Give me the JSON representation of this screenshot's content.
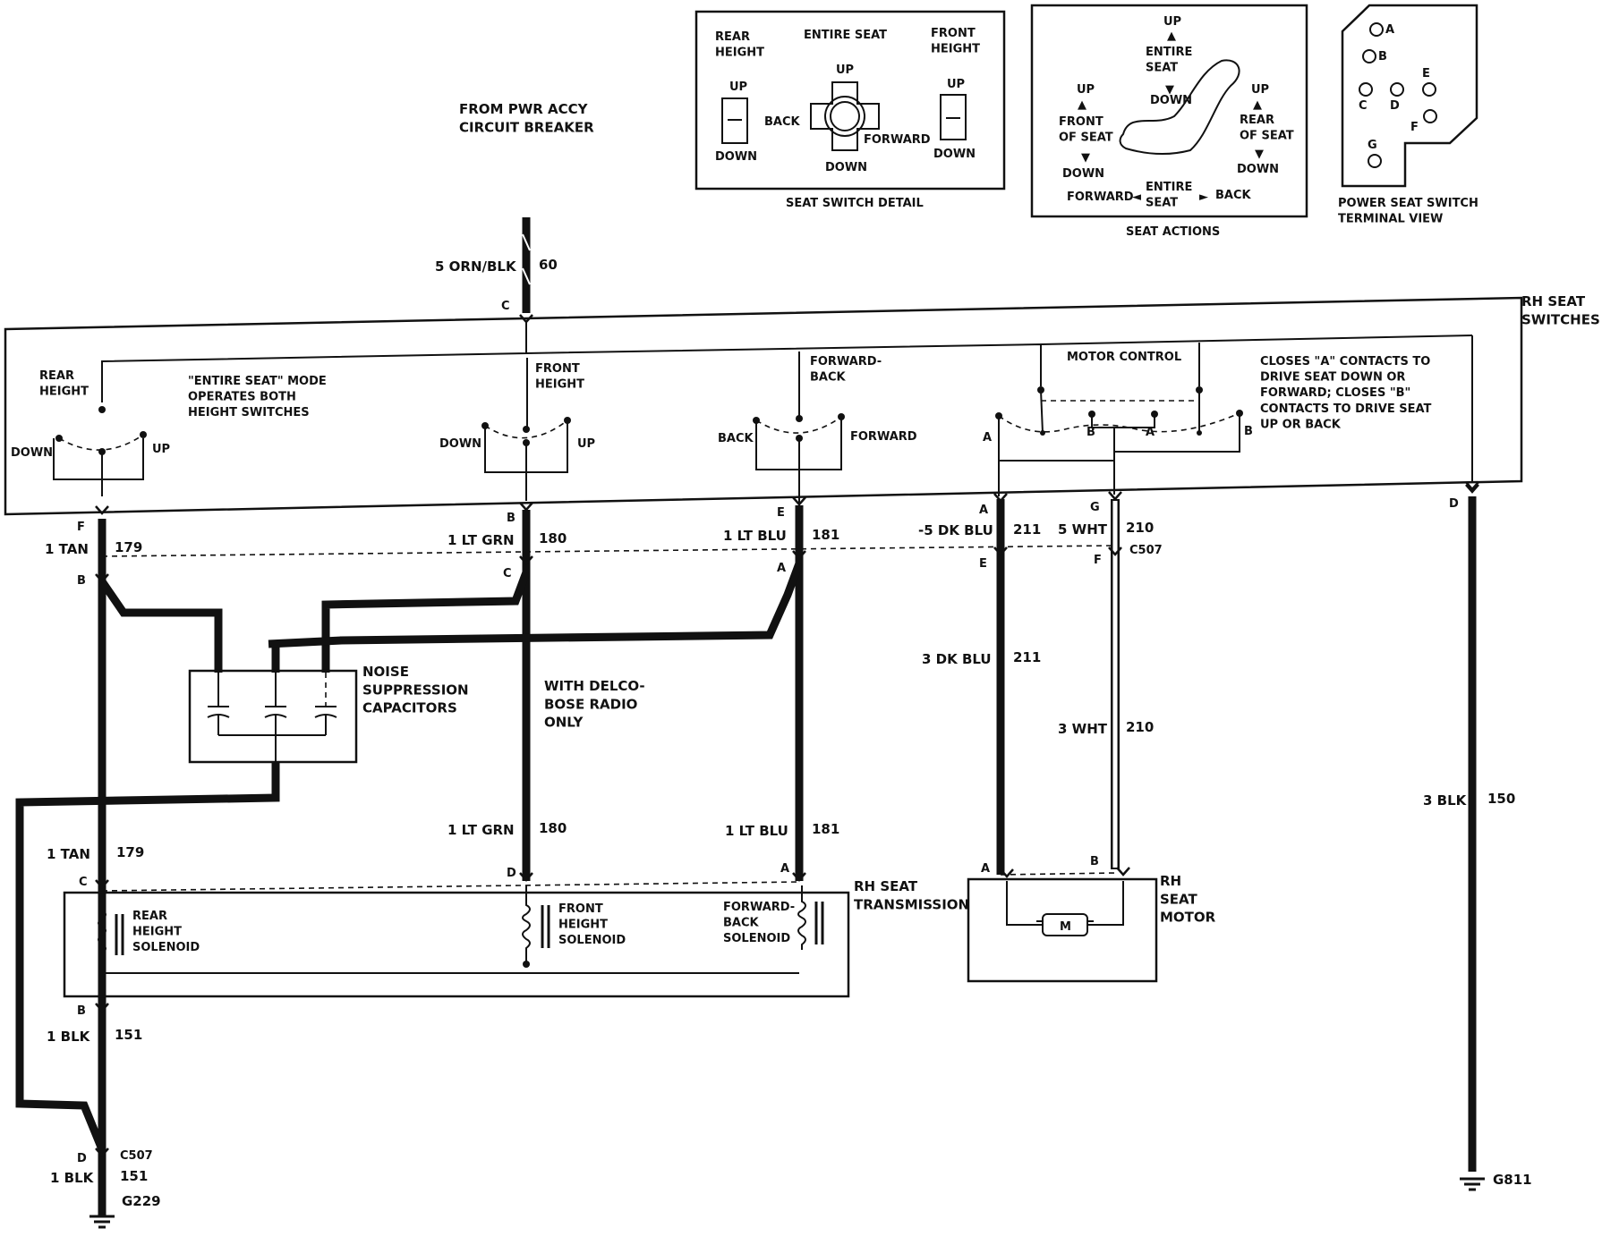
{
  "source": {
    "label": "FROM PWR ACCY\nCIRCUIT BREAKER",
    "wire": "5 ORN/BLK",
    "circuit": "60",
    "terminal": "C"
  },
  "seat_switch_detail": {
    "title": "SEAT SWITCH DETAIL",
    "rear_height": "REAR\nHEIGHT",
    "entire_seat": "ENTIRE SEAT",
    "front_height": "FRONT\nHEIGHT",
    "up": "UP",
    "down": "DOWN",
    "back": "BACK",
    "forward": "FORWARD"
  },
  "seat_actions": {
    "title": "SEAT ACTIONS",
    "entire_seat_up": "UP",
    "entire_seat_label": "ENTIRE\nSEAT",
    "entire_seat_down": "DOWN",
    "front_up": "UP",
    "front_label": "FRONT\nOF SEAT",
    "front_down": "DOWN",
    "rear_up": "UP",
    "rear_label": "REAR\nOF SEAT",
    "rear_down": "DOWN",
    "forward": "FORWARD",
    "entire_seat_bottom": "ENTIRE\nSEAT",
    "back": "BACK"
  },
  "terminal_view": {
    "title": "POWER SEAT SWITCH\nTERMINAL VIEW",
    "terminals": [
      "A",
      "B",
      "C",
      "D",
      "E",
      "F",
      "G"
    ]
  },
  "rh_seat_switches": {
    "title": "RH SEAT\nSWITCHES",
    "rear_height": "REAR\nHEIGHT",
    "entire_seat_note": "\"ENTIRE SEAT\" MODE\nOPERATES BOTH\nHEIGHT SWITCHES",
    "front_height": "FRONT\nHEIGHT",
    "forward_back": "FORWARD-\nBACK",
    "motor_control": "MOTOR CONTROL",
    "motor_note": "CLOSES \"A\" CONTACTS TO\nDRIVE SEAT DOWN OR\nFORWARD; CLOSES \"B\"\nCONTACTS TO DRIVE SEAT\nUP OR BACK",
    "down": "DOWN",
    "up": "UP",
    "back": "BACK",
    "forward": "FORWARD",
    "contact_a": "A",
    "contact_b": "B"
  },
  "wires": [
    {
      "upper_terminal": "F",
      "lower_terminal": "B",
      "label": "1 TAN",
      "circuit": "179"
    },
    {
      "upper_terminal": "B",
      "lower_terminal": "C",
      "label": "1 LT GRN",
      "circuit": "180"
    },
    {
      "upper_terminal": "E",
      "lower_terminal": "A",
      "label": "1 LT BLU",
      "circuit": "181"
    },
    {
      "upper_terminal": "A",
      "lower_terminal": "E",
      "label": "-5 DK BLU",
      "circuit": "211"
    },
    {
      "upper_terminal": "G",
      "lower_terminal": "F",
      "label": "5 WHT",
      "circuit": "210"
    },
    {
      "upper_terminal": "D",
      "lower_terminal": "",
      "label": "3 BLK",
      "circuit": "150"
    }
  ],
  "connector_c507": "C507",
  "lower_wires": {
    "tan": {
      "label": "1 TAN",
      "circuit": "179"
    },
    "grn": {
      "label": "1 LT GRN",
      "circuit": "180"
    },
    "blu": {
      "label": "1 LT BLU",
      "circuit": "181"
    },
    "dkblu": {
      "label": "3 DK BLU",
      "circuit": "211"
    },
    "wht": {
      "label": "3 WHT",
      "circuit": "210"
    },
    "blk_upper": {
      "label": "1 BLK",
      "circuit": "151"
    },
    "blk_lower": {
      "label": "1 BLK",
      "circuit": "151"
    }
  },
  "noise_caps": "NOISE\nSUPPRESSION\nCAPACITORS",
  "delco_note": "WITH DELCO-\nBOSE   RADIO\nONLY",
  "transmission": {
    "title": "RH SEAT\nTRANSMISSION",
    "rear_solenoid": "REAR\nHEIGHT\nSOLENOID",
    "front_solenoid": "FRONT\nHEIGHT\nSOLENOID",
    "fb_solenoid": "FORWARD-\nBACK\nSOLENOID",
    "term_c": "C",
    "term_d": "D",
    "term_a": "A",
    "term_b": "B"
  },
  "motor": {
    "title": "RH\nSEAT\nMOTOR",
    "term_a": "A",
    "term_b": "B",
    "symbol": "M"
  },
  "grounds": {
    "left_conn_term": "D",
    "left_conn": "C507",
    "left": "G229",
    "right": "G811"
  }
}
